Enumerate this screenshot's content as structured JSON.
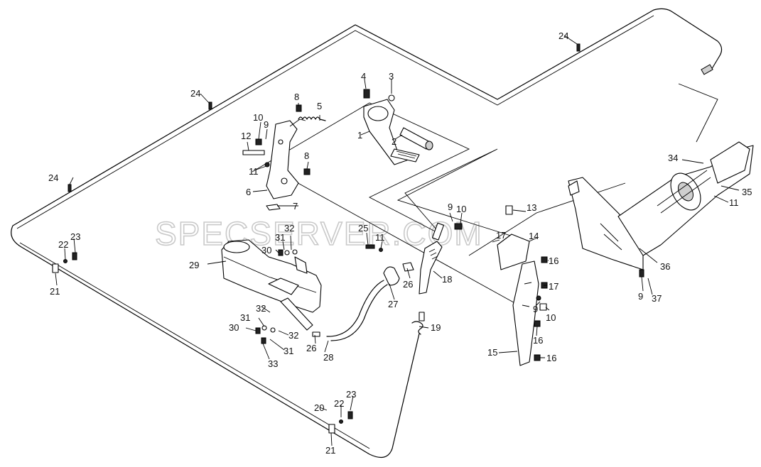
{
  "watermark": "SPECSERVER.COM",
  "callouts": [
    {
      "id": "l1",
      "text": "1"
    },
    {
      "id": "l2",
      "text": "2"
    },
    {
      "id": "l3",
      "text": "3"
    },
    {
      "id": "l4",
      "text": "4"
    },
    {
      "id": "l5",
      "text": "5"
    },
    {
      "id": "l6",
      "text": "6"
    },
    {
      "id": "l7",
      "text": "7"
    },
    {
      "id": "l8a",
      "text": "8"
    },
    {
      "id": "l8b",
      "text": "8"
    },
    {
      "id": "l9a",
      "text": "9"
    },
    {
      "id": "l10a",
      "text": "10"
    },
    {
      "id": "l11a",
      "text": "11"
    },
    {
      "id": "l12",
      "text": "12"
    },
    {
      "id": "l24a",
      "text": "24"
    },
    {
      "id": "l24b",
      "text": "24"
    },
    {
      "id": "l24c",
      "text": "24"
    },
    {
      "id": "l23a",
      "text": "23"
    },
    {
      "id": "l22a",
      "text": "22"
    },
    {
      "id": "l21a",
      "text": "21"
    },
    {
      "id": "l29",
      "text": "29"
    },
    {
      "id": "l32a",
      "text": "32"
    },
    {
      "id": "l31a",
      "text": "31"
    },
    {
      "id": "l30a",
      "text": "30"
    },
    {
      "id": "l25",
      "text": "25"
    },
    {
      "id": "l11b",
      "text": "11"
    },
    {
      "id": "l9b",
      "text": "9"
    },
    {
      "id": "l10b",
      "text": "10"
    },
    {
      "id": "l13",
      "text": "13"
    },
    {
      "id": "l17a",
      "text": "17"
    },
    {
      "id": "l14",
      "text": "14"
    },
    {
      "id": "l16a",
      "text": "16"
    },
    {
      "id": "l17b",
      "text": "17"
    },
    {
      "id": "l18",
      "text": "18"
    },
    {
      "id": "l26a",
      "text": "26"
    },
    {
      "id": "l27",
      "text": "27"
    },
    {
      "id": "l9c",
      "text": "9"
    },
    {
      "id": "l10c",
      "text": "10"
    },
    {
      "id": "l16b",
      "text": "16"
    },
    {
      "id": "l19",
      "text": "19"
    },
    {
      "id": "l15",
      "text": "15"
    },
    {
      "id": "l16c",
      "text": "16"
    },
    {
      "id": "l32b",
      "text": "32"
    },
    {
      "id": "l31b",
      "text": "31"
    },
    {
      "id": "l30b",
      "text": "30"
    },
    {
      "id": "l32c",
      "text": "32"
    },
    {
      "id": "l31c",
      "text": "31"
    },
    {
      "id": "l33",
      "text": "33"
    },
    {
      "id": "l26b",
      "text": "26"
    },
    {
      "id": "l28",
      "text": "28"
    },
    {
      "id": "l20",
      "text": "20"
    },
    {
      "id": "l23b",
      "text": "23"
    },
    {
      "id": "l22b",
      "text": "22"
    },
    {
      "id": "l21b",
      "text": "21"
    },
    {
      "id": "l34",
      "text": "34"
    },
    {
      "id": "l35",
      "text": "35"
    },
    {
      "id": "l11c",
      "text": "11"
    },
    {
      "id": "l36",
      "text": "36"
    },
    {
      "id": "l9d",
      "text": "9"
    },
    {
      "id": "l37",
      "text": "37"
    }
  ]
}
